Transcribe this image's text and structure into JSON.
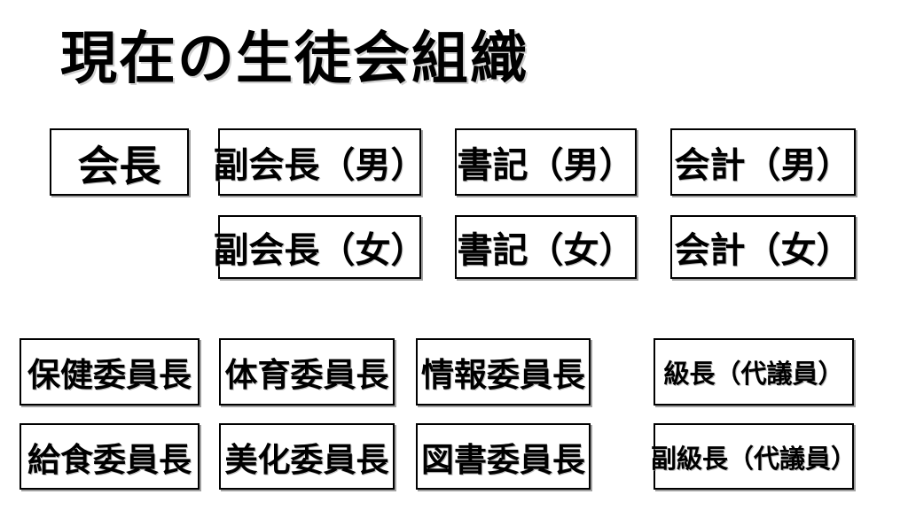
{
  "slide": {
    "title": "現在の生徒会組織"
  },
  "officer_rows": [
    {
      "items": [
        "会長",
        "副会長（男）",
        "書記（男）",
        "会計（男）"
      ]
    },
    {
      "items": [
        "副会長（女）",
        "書記（女）",
        "会計（女）"
      ]
    }
  ],
  "committee_rows": [
    {
      "items": [
        "保健委員長",
        "体育委員長",
        "情報委員長",
        "級長（代議員）"
      ]
    },
    {
      "items": [
        "給食委員長",
        "美化委員長",
        "図書委員長",
        "副級長（代議員）"
      ]
    }
  ],
  "colors": {
    "background": "#ffffff",
    "text": "#000000",
    "box_border": "#000000",
    "box_shadow": "#828282"
  }
}
